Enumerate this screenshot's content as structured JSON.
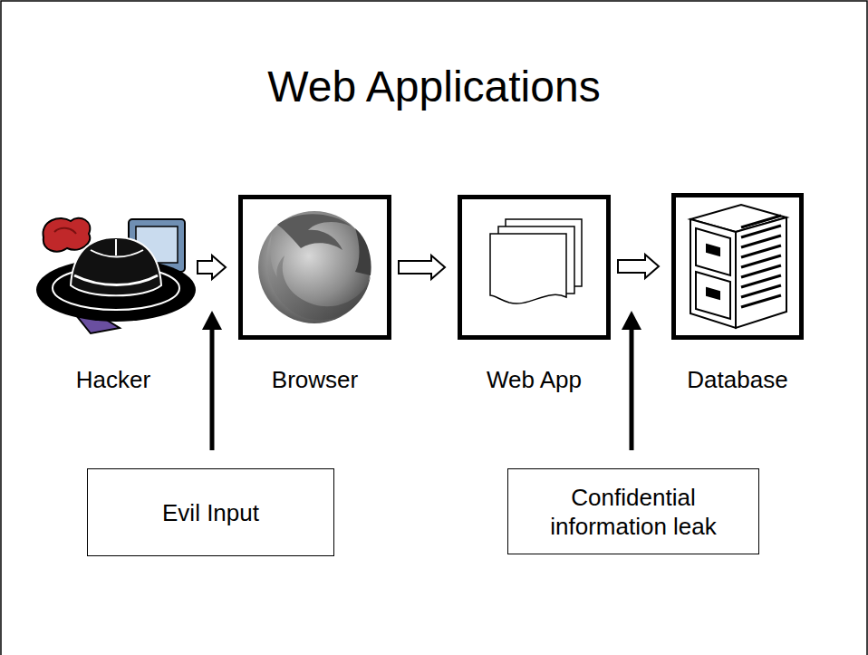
{
  "diagram": {
    "title": "Web Applications",
    "nodes": [
      {
        "text": [
          "Hacker"
        ]
      },
      {
        "text": [
          "Browser"
        ]
      },
      {
        "text": [
          "Web App"
        ]
      },
      {
        "text": [
          "Database"
        ]
      },
      {
        "text": [
          "Evil Input"
        ]
      },
      {
        "text": [
          "Confidential information leak"
        ]
      }
    ],
    "edges": [
      {
        "from": 0,
        "to": 1,
        "arrow": "to"
      },
      {
        "from": 1,
        "to": 2,
        "arrow": "to"
      },
      {
        "from": 2,
        "to": 3,
        "arrow": "to"
      }
    ]
  }
}
